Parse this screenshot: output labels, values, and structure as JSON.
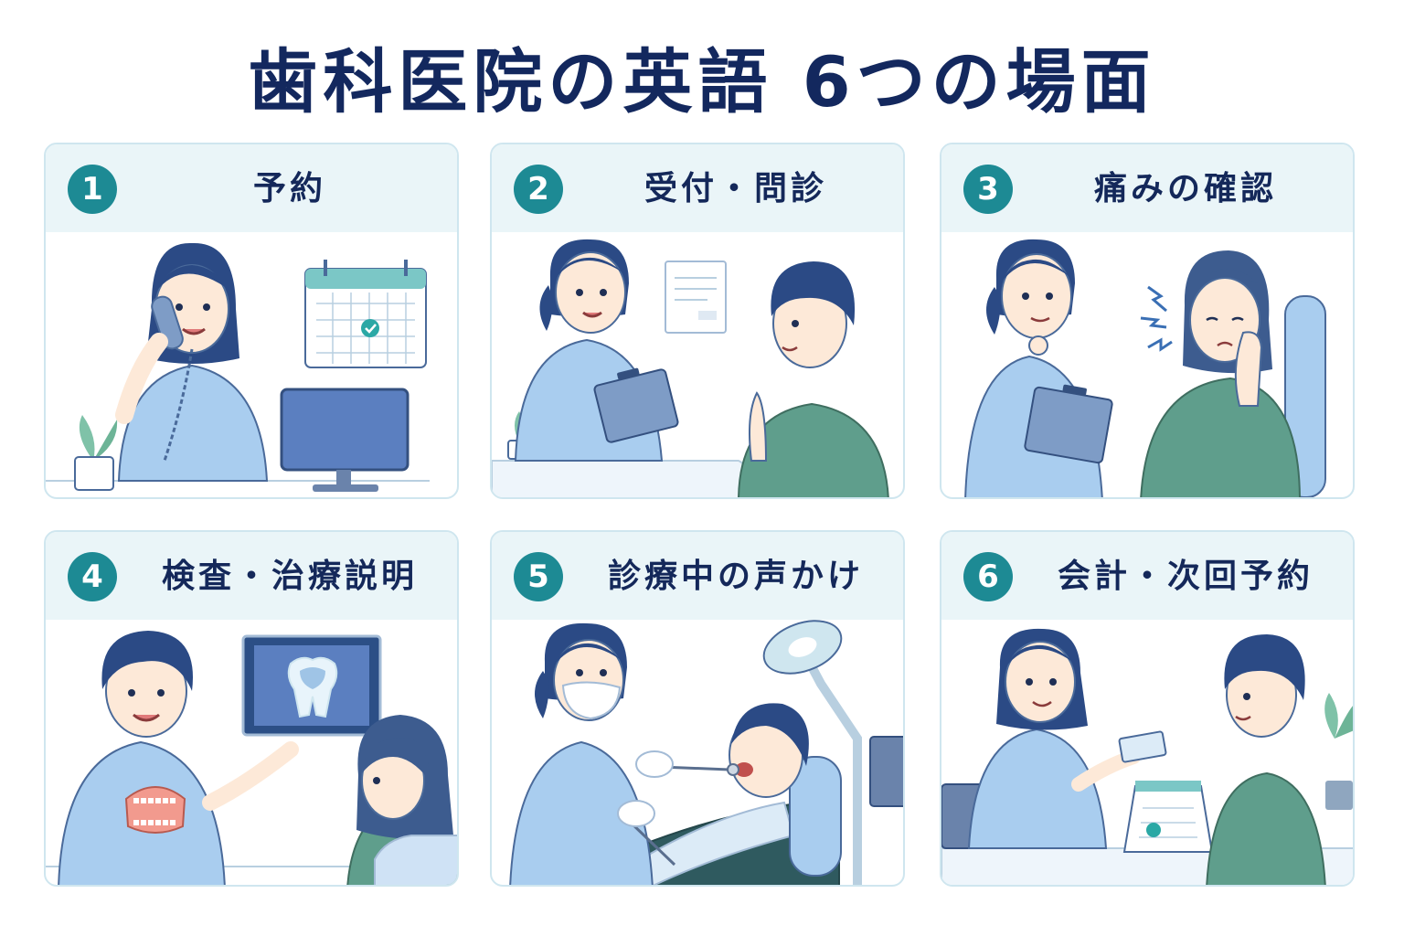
{
  "title": "歯科医院の英語 6つの場面",
  "panels": [
    {
      "number": "1",
      "title": "予約"
    },
    {
      "number": "2",
      "title": "受付・問診"
    },
    {
      "number": "3",
      "title": "痛みの確認"
    },
    {
      "number": "4",
      "title": "検査・治療説明"
    },
    {
      "number": "5",
      "title": "診療中の声かけ"
    },
    {
      "number": "6",
      "title": "会計・次回予約"
    }
  ],
  "colors": {
    "navy": "#13285e",
    "teal": "#1d8a94",
    "header_bg": "#eaf5f8",
    "scrub_blue": "#a9cdef",
    "patient_green": "#5f9e8c",
    "hair": "#2b4a85"
  }
}
